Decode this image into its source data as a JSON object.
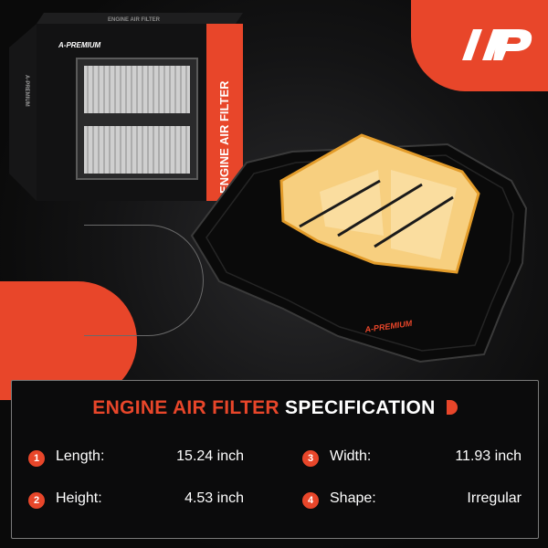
{
  "brand": {
    "corner_logo": "A/P",
    "box_logo": "A-PREMIUM",
    "box_side_logo": "A-PREMIUM",
    "filter_logo": "A-PREMIUM"
  },
  "box": {
    "title": "ENGINE AIR FILTER",
    "top_text": "ENGINE AIR FILTER"
  },
  "colors": {
    "accent": "#e8462a",
    "panel_bg": "#0b0b0c",
    "text": "#ffffff",
    "filter_media": "#f7cf7f"
  },
  "spec": {
    "title_part1": "ENGINE AIR FILTER",
    "title_part2": "SPECIFICATION",
    "items": [
      {
        "num": "1",
        "label": "Length:",
        "value": "15.24 inch"
      },
      {
        "num": "2",
        "label": "Height:",
        "value": "4.53 inch"
      },
      {
        "num": "3",
        "label": "Width:",
        "value": "11.93 inch"
      },
      {
        "num": "4",
        "label": "Shape:",
        "value": "Irregular"
      }
    ]
  }
}
